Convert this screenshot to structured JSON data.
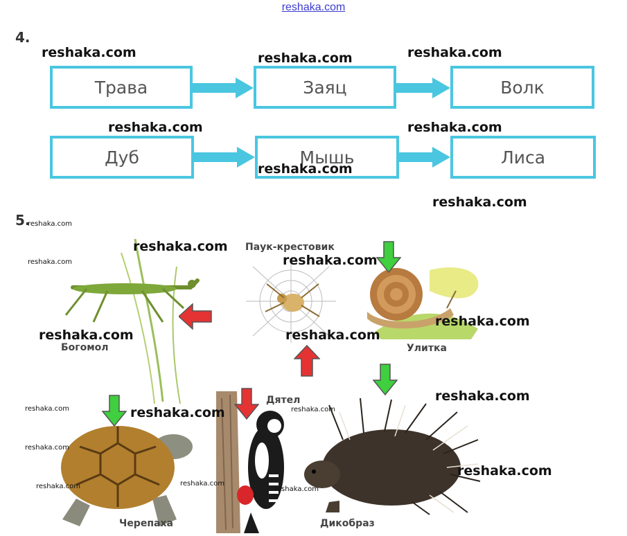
{
  "header": {
    "site": "reshaka.com"
  },
  "task4": {
    "number": "4.",
    "row1": [
      "Трава",
      "Заяц",
      "Волк"
    ],
    "row2": [
      "Дуб",
      "Мышь",
      "Лиса"
    ]
  },
  "task5": {
    "number": "5.",
    "animals": {
      "mantis": "Богомол",
      "spider": "Паук-крестовик",
      "snail": "Улитка",
      "turtle": "Черепаха",
      "woodpecker": "Дятел",
      "porcupine": "Дикобраз"
    }
  },
  "watermark": "reshaka.com",
  "colors": {
    "box_border": "#4ac6e0",
    "arrow_blue": "#4ac6e0",
    "arrow_red": "#e53333",
    "arrow_green": "#3fcf3f"
  }
}
